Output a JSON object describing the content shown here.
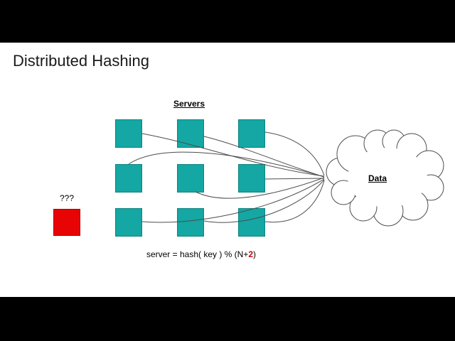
{
  "slide": {
    "title": "Distributed Hashing",
    "servers_label": "Servers",
    "data_label": "Data",
    "unknown_label": "???",
    "formula": {
      "prefix": "server = hash( key ) % (N+",
      "highlight": "2",
      "suffix": ")"
    }
  },
  "diagram": {
    "server_grid": {
      "rows": 3,
      "cols": 3
    },
    "connections": "each of 9 servers connects by a curved line to the left tip of the Data cloud"
  },
  "colors": {
    "server_fill": "#14a7a3",
    "server_border": "#0e8481",
    "unknown_fill": "#e80404",
    "unknown_border": "#b00000",
    "line": "#4d4d4d",
    "cloud_stroke": "#4d4d4d",
    "highlight_text": "#cc0000",
    "title_text": "#1a1a1a"
  }
}
